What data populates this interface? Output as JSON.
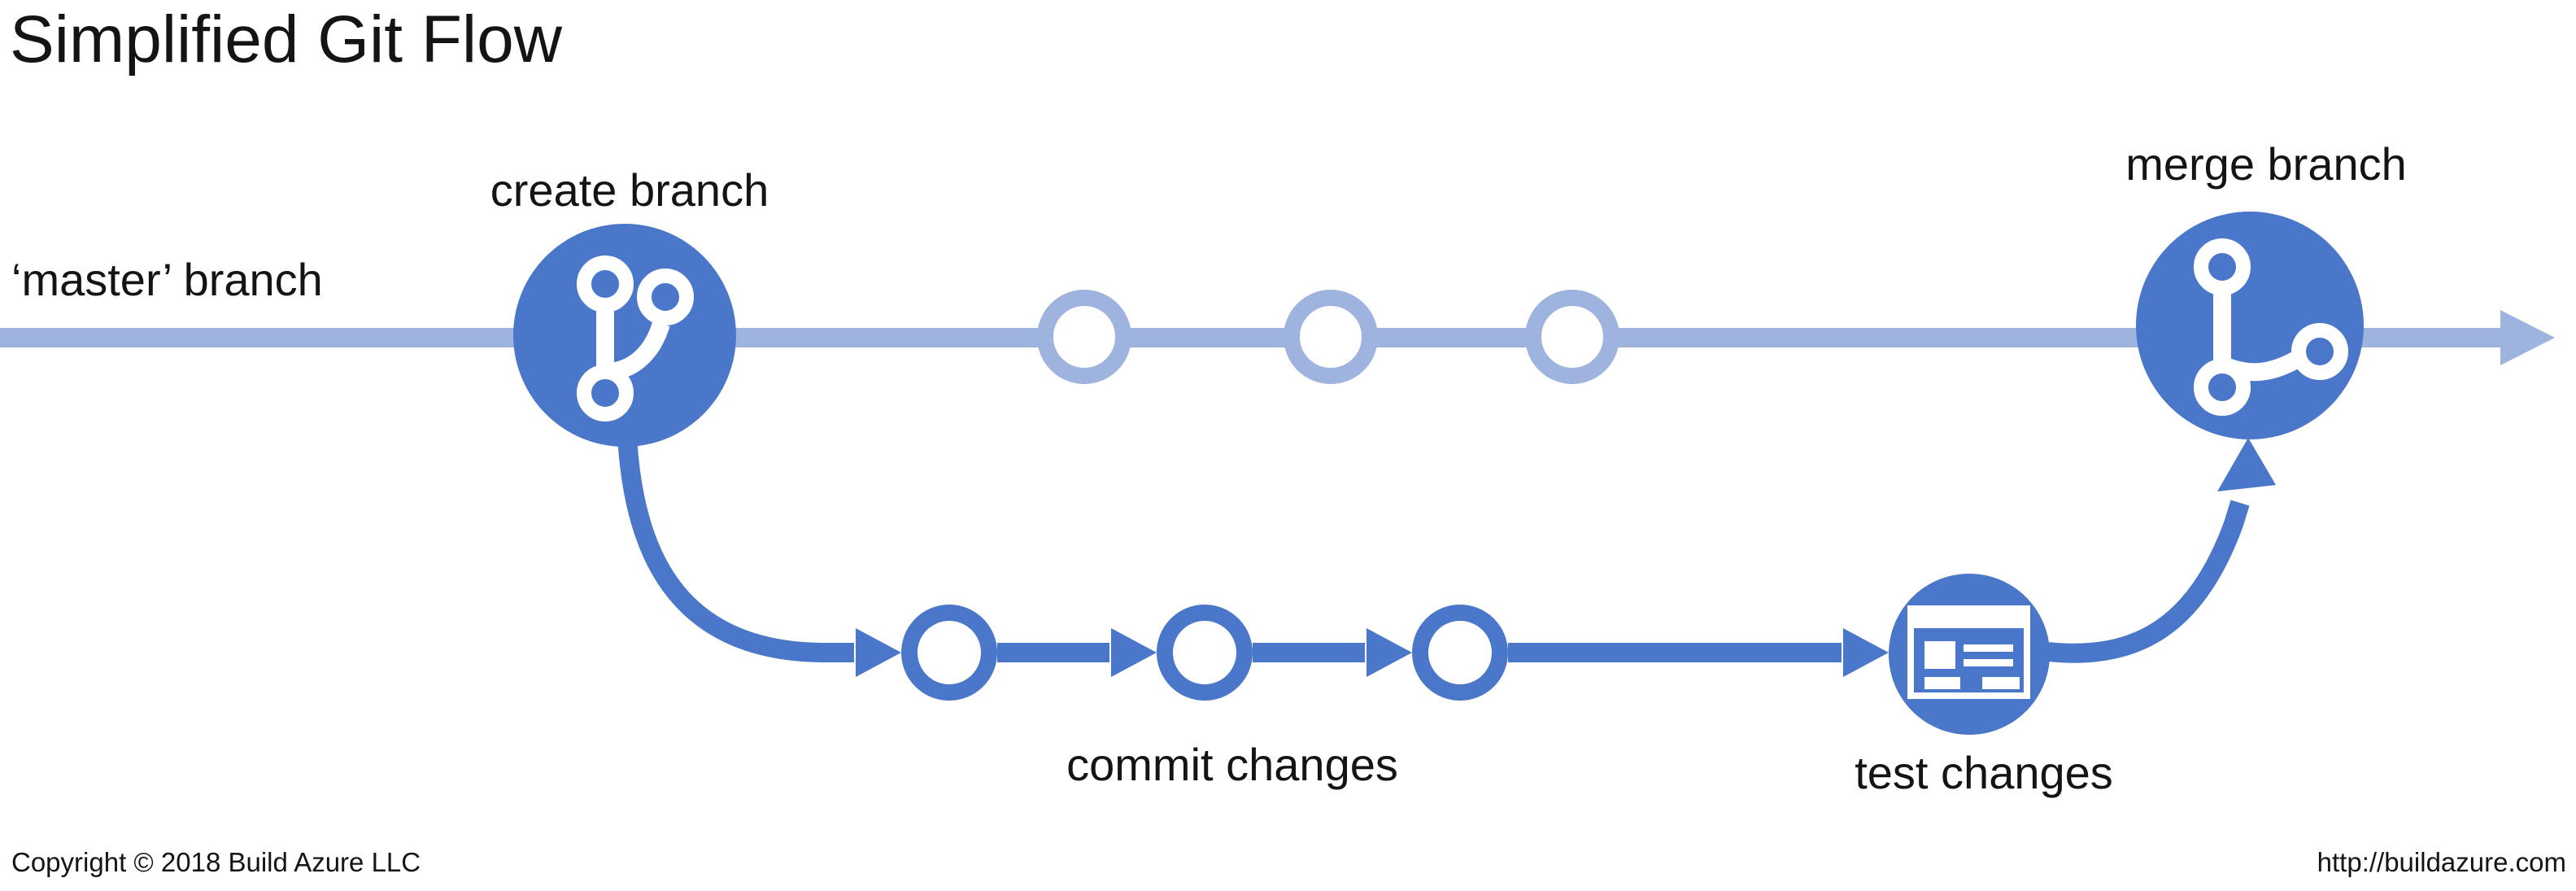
{
  "title": "Simplified Git Flow",
  "branches": {
    "master_label": "‘master’ branch",
    "master_commit_count": 3,
    "feature_commit_count": 3
  },
  "steps": {
    "create": "create branch",
    "commit": "commit changes",
    "test": "test changes",
    "merge": "merge branch"
  },
  "footer": {
    "copyright": "Copyright © 2018 Build Azure LLC",
    "website": "http://buildazure.com"
  },
  "colors": {
    "dark_blue": "#4a77c9",
    "light_blue": "#9fb3df",
    "text": "#141414",
    "background": "#ffffff"
  },
  "icons": {
    "create": "git-branch-icon",
    "test": "test-form-icon",
    "merge": "git-merge-icon"
  }
}
